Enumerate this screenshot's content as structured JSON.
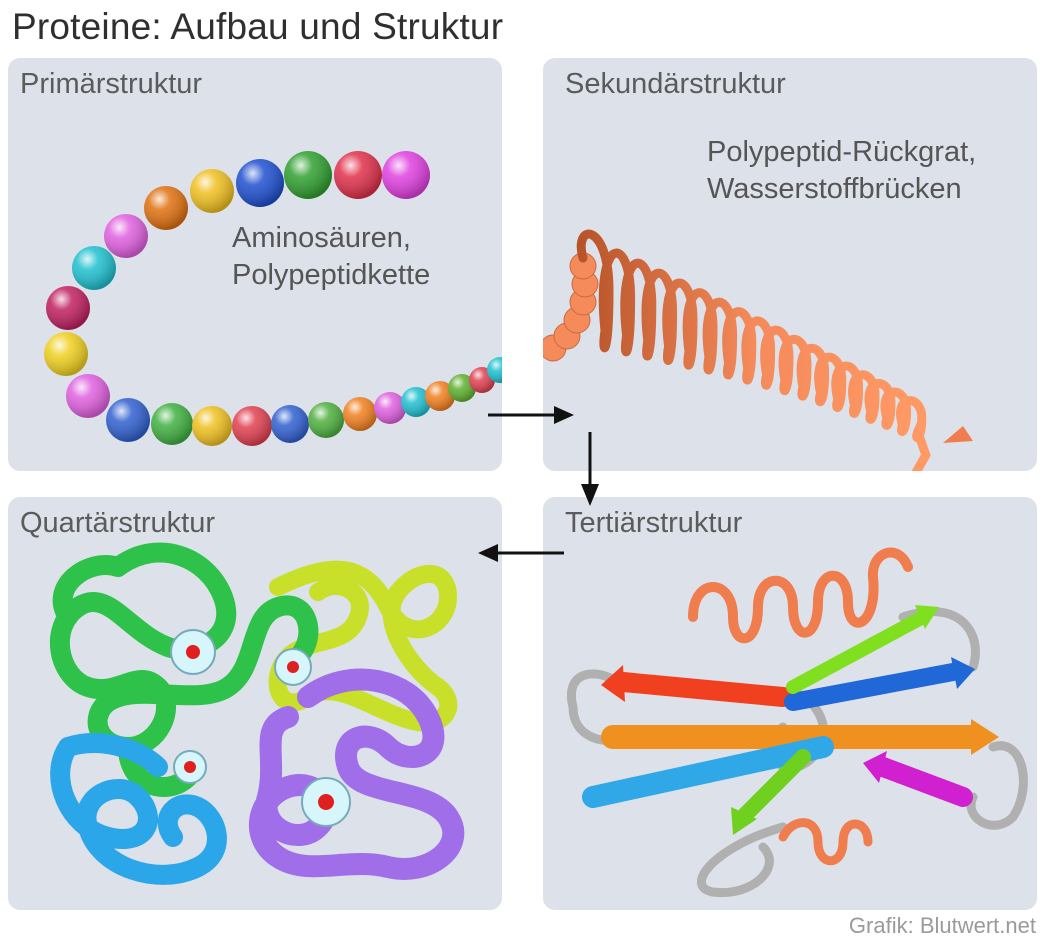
{
  "title": "Proteine: Aufbau und Struktur",
  "panels": {
    "primary": {
      "label": "Primärstruktur",
      "note_line1": "Aminosäuren,",
      "note_line2": "Polypeptidkette"
    },
    "secondary": {
      "label": "Sekundärstruktur",
      "note_line1": "Polypeptid-Rückgrat,",
      "note_line2": "Wasserstoffbrücken"
    },
    "quaternary": {
      "label": "Quartärstruktur"
    },
    "tertiary": {
      "label": "Tertiärstruktur"
    }
  },
  "credit": "Grafik: Blutwert.net",
  "colors": {
    "panel_bg": "#dde2ea",
    "helix": "#f07d4e",
    "green_chain": "#2fc24a",
    "yellow_chain": "#c8e02a",
    "blue_chain": "#2ba6e8",
    "purple_chain": "#a06ee8",
    "heme": "#e02020"
  },
  "beads": [
    "#e040e0",
    "#e0304a",
    "#30a030",
    "#2050d0",
    "#f0c020",
    "#e07010",
    "#e060e0",
    "#20c0d0",
    "#c02060",
    "#f0d020",
    "#e060e0",
    "#3060d0",
    "#40b040",
    "#f0c020",
    "#e04050",
    "#3060d0",
    "#50b040",
    "#f08020",
    "#e060e0",
    "#20c0d0",
    "#f08020",
    "#60b030",
    "#e04050",
    "#20c0d0",
    "#f0c020",
    "#f08020"
  ],
  "icons": [
    "arrow-right-icon",
    "arrow-down-icon",
    "arrow-left-icon"
  ]
}
